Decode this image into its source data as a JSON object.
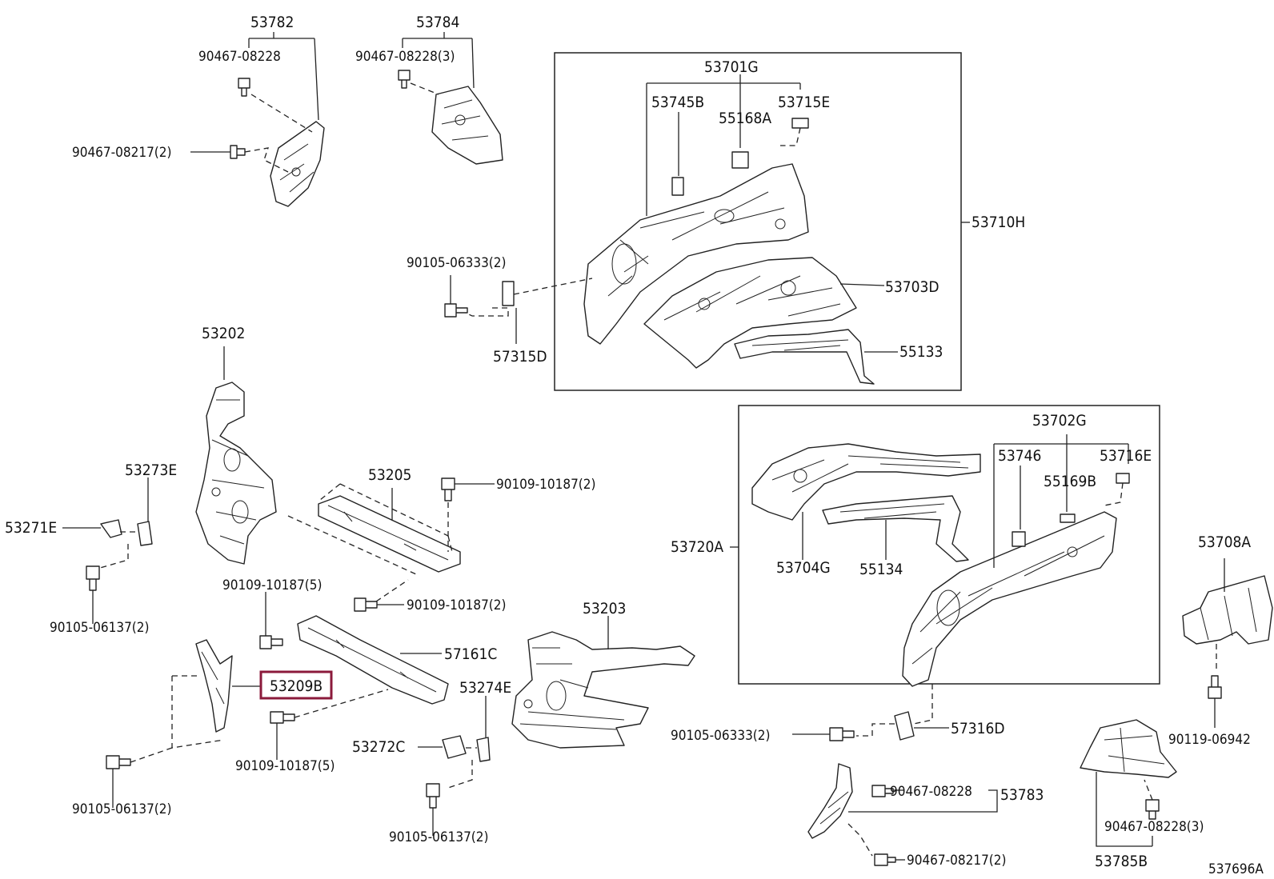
{
  "labels": {
    "p53782": "53782",
    "p53784": "53784",
    "p90467_08228_a": "90467-08228",
    "p90467_08228_3a": "90467-08228(3)",
    "p90467_08217_2a": "90467-08217(2)",
    "p53701G": "53701G",
    "p53745B": "53745B",
    "p53715E": "53715E",
    "p55168A": "55168A",
    "p53710H": "53710H",
    "p90105_06333_2a": "90105-06333(2)",
    "p53703D": "53703D",
    "p57315D": "57315D",
    "p55133": "55133",
    "p53202": "53202",
    "p53273E": "53273E",
    "p53205": "53205",
    "p90109_10187_2a": "90109-10187(2)",
    "p53271E": "53271E",
    "p90109_10187_5a": "90109-10187(5)",
    "p90109_10187_2b": "90109-10187(2)",
    "p90105_06137_2a": "90105-06137(2)",
    "p57161C": "57161C",
    "p53209B": "53209B",
    "p53203": "53203",
    "p53274E": "53274E",
    "p53272C": "53272C",
    "p90109_10187_5b": "90109-10187(5)",
    "p90105_06137_2b": "90105-06137(2)",
    "p90105_06137_2c": "90105-06137(2)",
    "p53702G": "53702G",
    "p53746": "53746",
    "p53716E": "53716E",
    "p55169B": "55169B",
    "p53720A": "53720A",
    "p53704G": "53704G",
    "p55134": "55134",
    "p53708A": "53708A",
    "p90105_06333_2b": "90105-06333(2)",
    "p57316D": "57316D",
    "p90119_06942": "90119-06942",
    "p90467_08228_b": "90467-08228",
    "p53783": "53783",
    "p90467_08228_3b": "90467-08228(3)",
    "p90467_08217_2b": "90467-08217(2)",
    "p53785B": "53785B",
    "illustration_id": "537696A"
  },
  "highlight_color": "#8b1a3b"
}
